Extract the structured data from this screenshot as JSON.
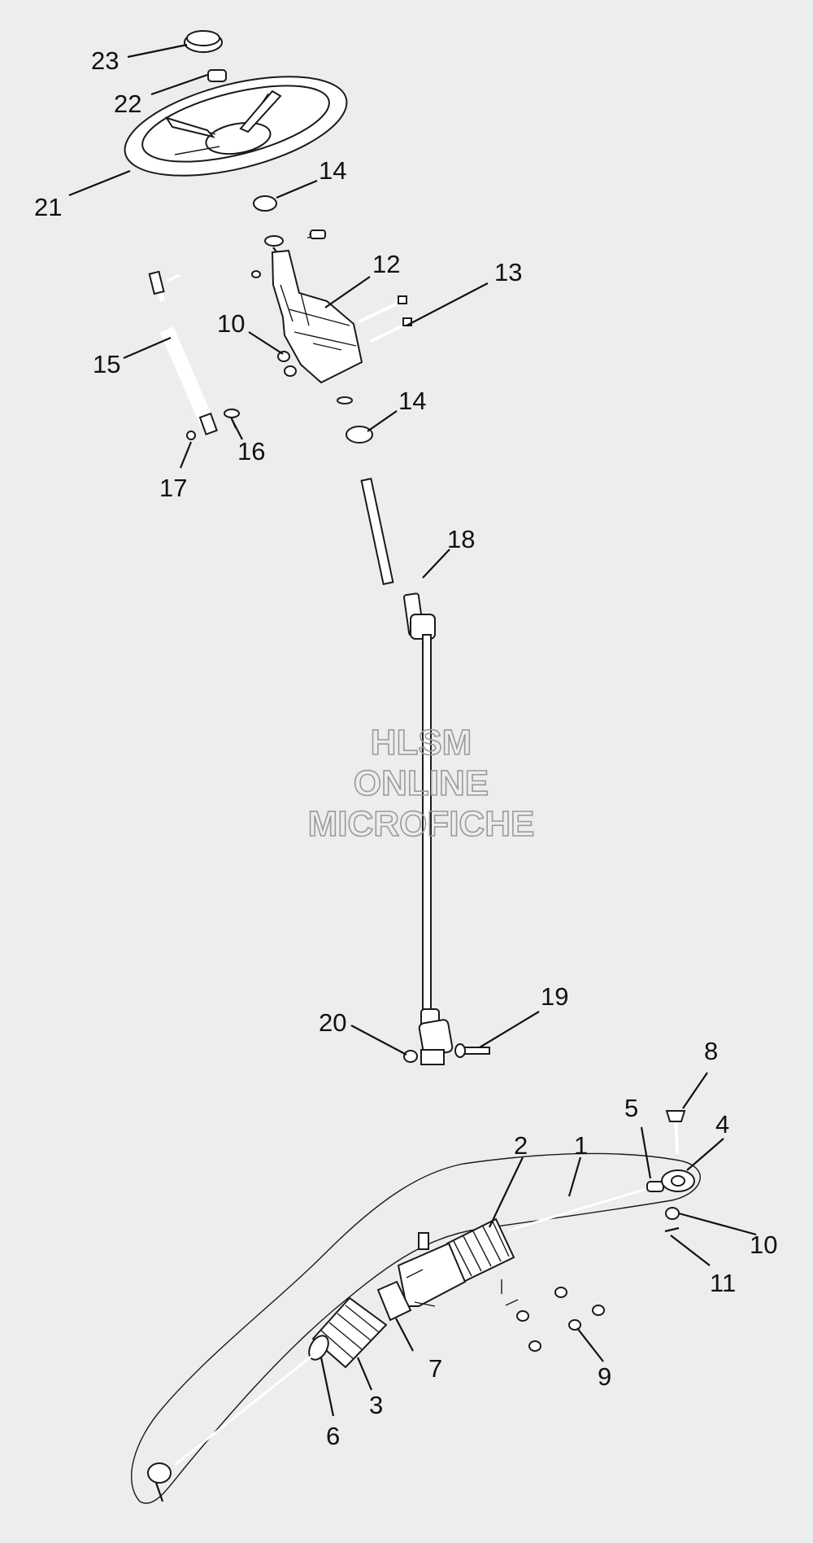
{
  "diagram": {
    "callouts": [
      "1",
      "2",
      "3",
      "4",
      "5",
      "6",
      "7",
      "8",
      "9",
      "10",
      "10",
      "11",
      "12",
      "13",
      "14",
      "14",
      "15",
      "16",
      "17",
      "18",
      "19",
      "20",
      "21",
      "22",
      "23"
    ]
  },
  "watermark": {
    "line1": "HLSM",
    "line2": "ONLINE",
    "line3": "MICROFICHE"
  },
  "colors": {
    "background": "#eceded",
    "linework": "#1a1a1a",
    "watermark": "#9a9a9a"
  }
}
